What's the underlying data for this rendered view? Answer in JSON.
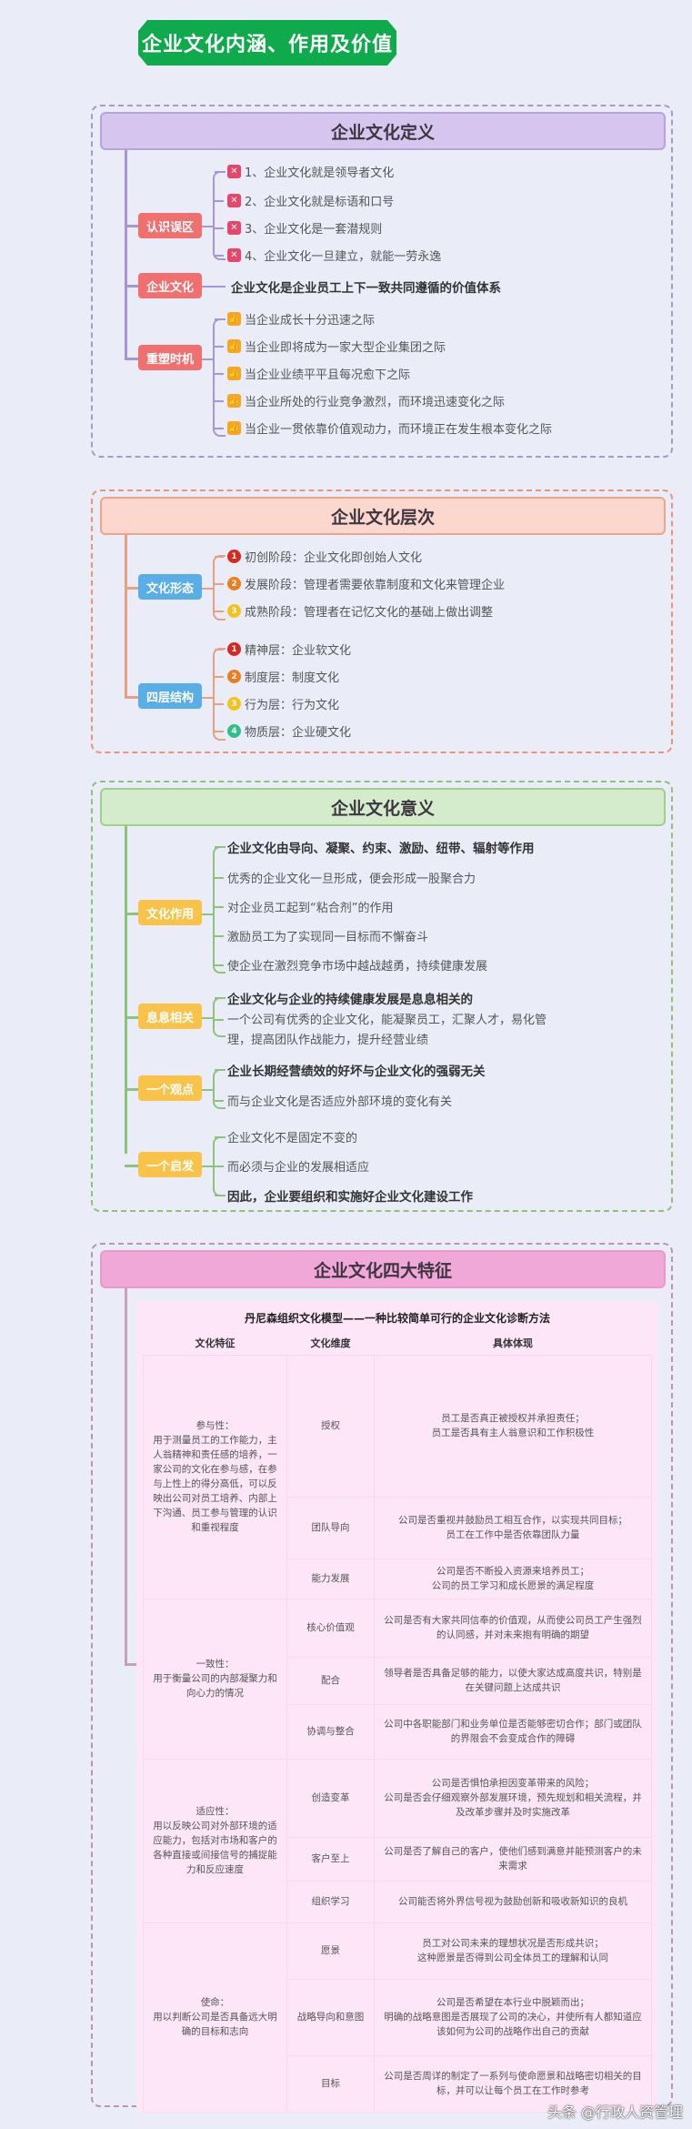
{
  "title": "企业文化内涵、作用及价值",
  "colors": {
    "title_bg": "#0eaa4c",
    "definition": "#d6c6ef",
    "levels": "#fcd7cd",
    "meaning": "#d4ebcc",
    "features": "#f0a8d8",
    "tag_red": "#f07070",
    "tag_blue": "#5aaee8",
    "tag_yellow": "#f9c34a"
  },
  "definition": {
    "header": "企业文化定义",
    "misconceptions": {
      "tag": "认识误区",
      "icon": "x-mark-icon",
      "items": [
        "1、企业文化就是领导者文化",
        "2、企业文化就是标语和口号",
        "3、企业文化是一套潜规则",
        "4、企业文化一旦建立，就能一劳永逸"
      ]
    },
    "culture": {
      "tag": "企业文化",
      "text": "企业文化是企业员工上下一致共同遵循的价值体系"
    },
    "reshape": {
      "tag": "重塑时机",
      "icon": "thumbs-up-icon",
      "items": [
        "当企业成长十分迅速之际",
        "当企业即将成为一家大型企业集团之际",
        "当企业业绩平平且每况愈下之际",
        "当企业所处的行业竞争激烈，而环境迅速变化之际",
        "当企业一贯依靠价值观动力，而环境正在发生根本变化之际"
      ]
    }
  },
  "levels": {
    "header": "企业文化层次",
    "forms": {
      "tag": "文化形态",
      "items": [
        {
          "num": "1",
          "color": "#d9281e",
          "text": "初创阶段：企业文化即创始人文化"
        },
        {
          "num": "2",
          "color": "#ee7d1e",
          "text": "发展阶段：管理者需要依靠制度和文化来管理企业"
        },
        {
          "num": "3",
          "color": "#f5c21b",
          "text": "成熟阶段：管理者在记忆文化的基础上做出调整"
        }
      ]
    },
    "structure": {
      "tag": "四层结构",
      "items": [
        {
          "num": "1",
          "color": "#d9281e",
          "text": "精神层：企业软文化"
        },
        {
          "num": "2",
          "color": "#ee7d1e",
          "text": "制度层：制度文化"
        },
        {
          "num": "3",
          "color": "#f5c21b",
          "text": "行为层：行为文化"
        },
        {
          "num": "4",
          "color": "#2cc08a",
          "text": "物质层：企业硬文化"
        }
      ]
    }
  },
  "meaning": {
    "header": "企业文化意义",
    "role": {
      "tag": "文化作用",
      "items": [
        "企业文化由导向、凝聚、约束、激励、纽带、辐射等作用",
        "优秀的企业文化一旦形成，便会形成一股聚合力",
        "对企业员工起到“粘合剂”的作用",
        "激励员工为了实现同一目标而不懈奋斗",
        "使企业在激烈竞争市场中越战越勇，持续健康发展"
      ]
    },
    "related": {
      "tag": "息息相关",
      "items": [
        "企业文化与企业的持续健康发展是息息相关的",
        "一个公司有优秀的企业文化，能凝聚员工，汇聚人才，易化管理，提高团队作战能力，提升经营业绩"
      ]
    },
    "viewpoint": {
      "tag": "一个观点",
      "items": [
        "企业长期经营绩效的好坏与企业文化的强弱无关",
        "而与企业文化是否适应外部环境的变化有关"
      ]
    },
    "inspiration": {
      "tag": "一个启发",
      "items": [
        "企业文化不是固定不变的",
        "而必须与企业的发展相适应",
        "因此，企业要组织和实施好企业文化建设工作"
      ]
    }
  },
  "features": {
    "header": "企业文化四大特征",
    "table_title": "丹尼森组织文化模型——一种比较简单可行的企业文化诊断方法",
    "columns": [
      "文化特征",
      "文化维度",
      "具体体现"
    ],
    "groups": [
      {
        "feature": "参与性：\n用于测量员工的工作能力，主人翁精神和责任感的培养，一家公司的文化在参与感，在参与上性上的得分高低，可以反映出公司对员工培养、内部上下沟通、员工参与管理的认识和重视程度",
        "rows": [
          {
            "dimension": "授权",
            "detail": "员工是否真正被授权并承担责任；\n员工是否具有主人翁意识和工作积极性"
          },
          {
            "dimension": "团队导向",
            "detail": "公司是否重视并鼓励员工相互合作，以实现共同目标；\n员工在工作中是否依靠团队力量"
          },
          {
            "dimension": "能力发展",
            "detail": "公司是否不断投入资源来培养员工；\n公司的员工学习和成长愿景的满足程度"
          }
        ]
      },
      {
        "feature": "一致性：\n用于衡量公司的内部凝聚力和向心力的情况",
        "rows": [
          {
            "dimension": "核心价值观",
            "detail": "公司是否有大家共同信奉的价值观，从而使公司员工产生强烈的认同感，并对未来抱有明确的期望"
          },
          {
            "dimension": "配合",
            "detail": "领导者是否具备足够的能力，以使大家达成高度共识，特别是在关键问题上达成共识"
          },
          {
            "dimension": "协调与整合",
            "detail": "公司中各职能部门和业务单位是否能够密切合作；部门或团队的界限会不会变成合作的障碍"
          }
        ]
      },
      {
        "feature": "适应性：\n用以反映公司对外部环境的适应能力，包括对市场和客户的各种直接或间接信号的捕捉能力和反应速度",
        "rows": [
          {
            "dimension": "创造变革",
            "detail": "公司是否惧怕承担因变革带来的风险；\n公司是否会仔细观察外部发展环境，预先规划和相关流程，并及改革步骤并及时实施改革"
          },
          {
            "dimension": "客户至上",
            "detail": "公司是否了解自己的客户，使他们感到满意并能预测客户的未来需求"
          },
          {
            "dimension": "组织学习",
            "detail": "公司能否将外界信号视为鼓励创新和吸收新知识的良机"
          }
        ]
      },
      {
        "feature": "使命：\n用以判断公司是否具备远大明确的目标和志向",
        "rows": [
          {
            "dimension": "愿景",
            "detail": "员工对公司未来的理想状况是否形成共识；\n这种愿景是否得到公司全体员工的理解和认同"
          },
          {
            "dimension": "战略导向和意图",
            "detail": "公司是否希望在本行业中脱颖而出；\n明确的战略意图是否展现了公司的决心，并使所有人都知道应该如何为公司的战略作出自己的贡献"
          },
          {
            "dimension": "目标",
            "detail": "公司是否周详的制定了一系列与使命愿景和战略密切相关的目标，并可以让每个员工在工作时参考"
          }
        ]
      }
    ]
  },
  "watermark": "头条 @行政人资管理"
}
